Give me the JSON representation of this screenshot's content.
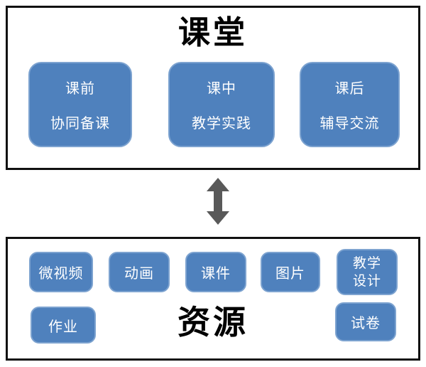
{
  "palette": {
    "box_blue": "#4f81bd",
    "box_blue_edge": "#7da3d0",
    "outline_black": "#111111",
    "arrow_gray": "#595959",
    "box_text_white": "#ffffff",
    "title_black": "#000000"
  },
  "classroom_section": {
    "title": "课堂",
    "stages": [
      {
        "line1": "课前",
        "line2": "协同备课"
      },
      {
        "line1": "课中",
        "line2": "教学实践"
      },
      {
        "line1": "课后",
        "line2": "辅导交流"
      }
    ]
  },
  "connector": {
    "icon": "double-headed-vertical-arrow"
  },
  "resource_section": {
    "title": "资源",
    "resources": [
      {
        "label": "微视频"
      },
      {
        "label": "动画"
      },
      {
        "label": "课件"
      },
      {
        "label": "图片"
      },
      {
        "label": "教学\n设计"
      },
      {
        "label": "作业"
      },
      {
        "label": "试卷"
      }
    ]
  }
}
